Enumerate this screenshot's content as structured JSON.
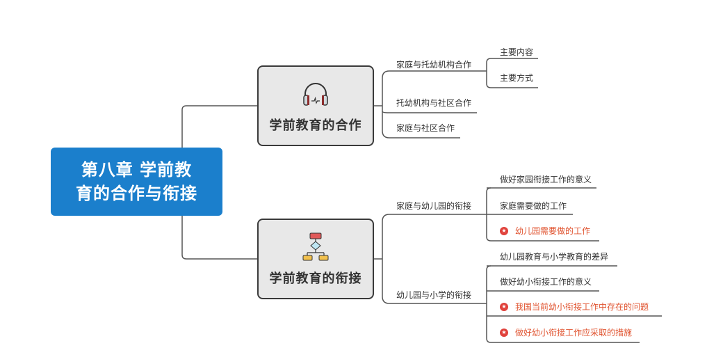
{
  "root": {
    "line1": "第八章 学前教",
    "line2": "育的合作与衔接",
    "color": "#1b7fcc"
  },
  "branches": [
    {
      "label": "学前教育的合作",
      "icon": "headphones-icon",
      "children": [
        {
          "label": "家庭与托幼机构合作",
          "children": [
            {
              "label": "主要内容",
              "highlight": false
            },
            {
              "label": "主要方式",
              "highlight": false
            }
          ]
        },
        {
          "label": "托幼机构与社区合作",
          "children": []
        },
        {
          "label": "家庭与社区合作",
          "children": []
        }
      ]
    },
    {
      "label": "学前教育的衔接",
      "icon": "flowchart-icon",
      "children": [
        {
          "label": "家庭与幼儿园的衔接",
          "children": [
            {
              "label": "做好家园衔接工作的意义",
              "highlight": false
            },
            {
              "label": "家庭需要做的工作",
              "highlight": false
            },
            {
              "label": "幼儿园需要做的工作",
              "highlight": true
            }
          ]
        },
        {
          "label": "幼儿园与小学的衔接",
          "children": [
            {
              "label": "幼儿园教育与小学教育的差异",
              "highlight": false
            },
            {
              "label": "做好幼小衔接工作的意义",
              "highlight": false
            },
            {
              "label": "我国当前幼小衔接工作中存在的问题",
              "highlight": true
            },
            {
              "label": "做好幼小衔接工作应采取的措施",
              "highlight": true
            }
          ]
        }
      ]
    }
  ],
  "colors": {
    "line": "#555555",
    "highlight_text": "#e0532f",
    "star": "#e0423c",
    "node_bg": "#e8e8e8"
  }
}
